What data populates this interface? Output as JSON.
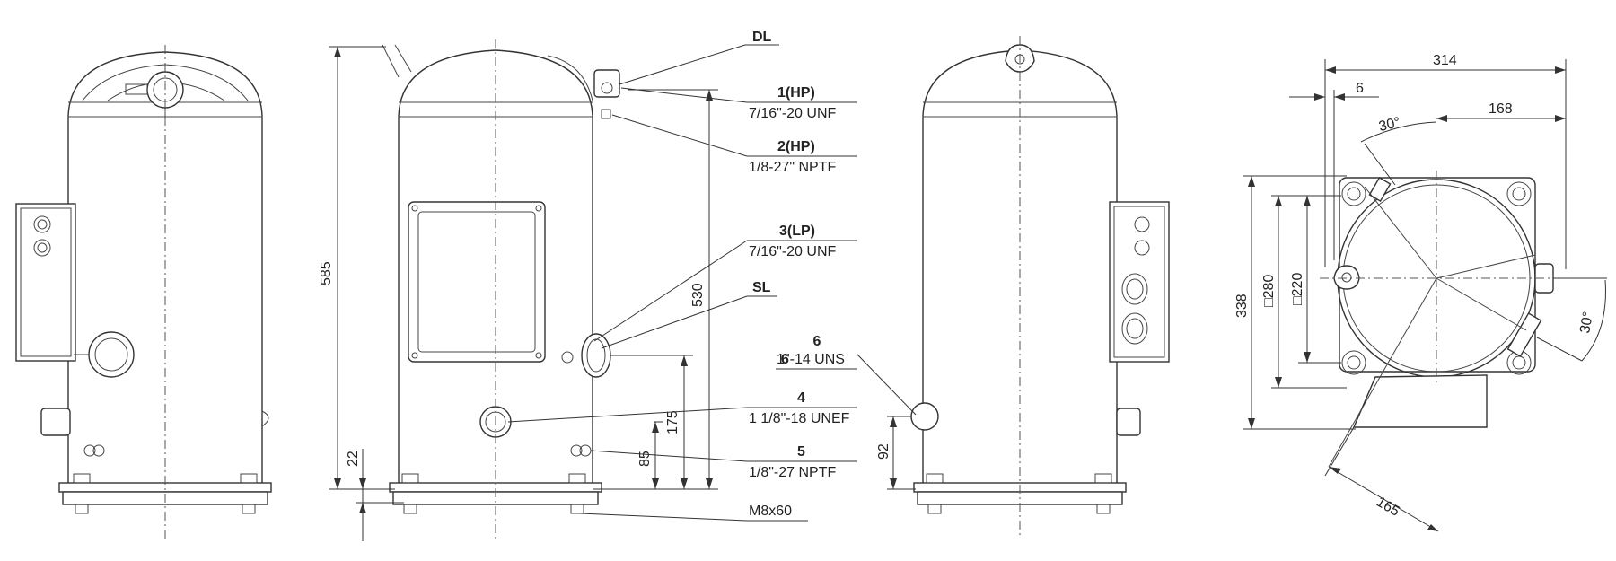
{
  "labels": {
    "dl": "DL",
    "hp1": "1(HP)",
    "hp1_spec": "7/16\"-20 UNF",
    "hp2": "2(HP)",
    "hp2_spec": "1/8-27\" NPTF",
    "lp3": "3(LP)",
    "lp3_spec": "7/16\"-20 UNF",
    "sl": "SL",
    "p6": "6",
    "p6_spec": "1\"-14 UNS",
    "p4": "4",
    "p4_spec": "1 1/8\"-18 UNEF",
    "p5": "5",
    "p5_spec": "1/8\"-27 NPTF",
    "bolt": "M8x60"
  },
  "dimensions": {
    "d585": "585",
    "d530": "530",
    "d22": "22",
    "d85": "85",
    "d175": "175",
    "d92": "92",
    "d314": "314",
    "d6": "6",
    "d168": "168",
    "a30_top": "30°",
    "a30_side": "30°",
    "d338": "338",
    "d280": "□280",
    "d220": "□220",
    "d165": "165"
  }
}
